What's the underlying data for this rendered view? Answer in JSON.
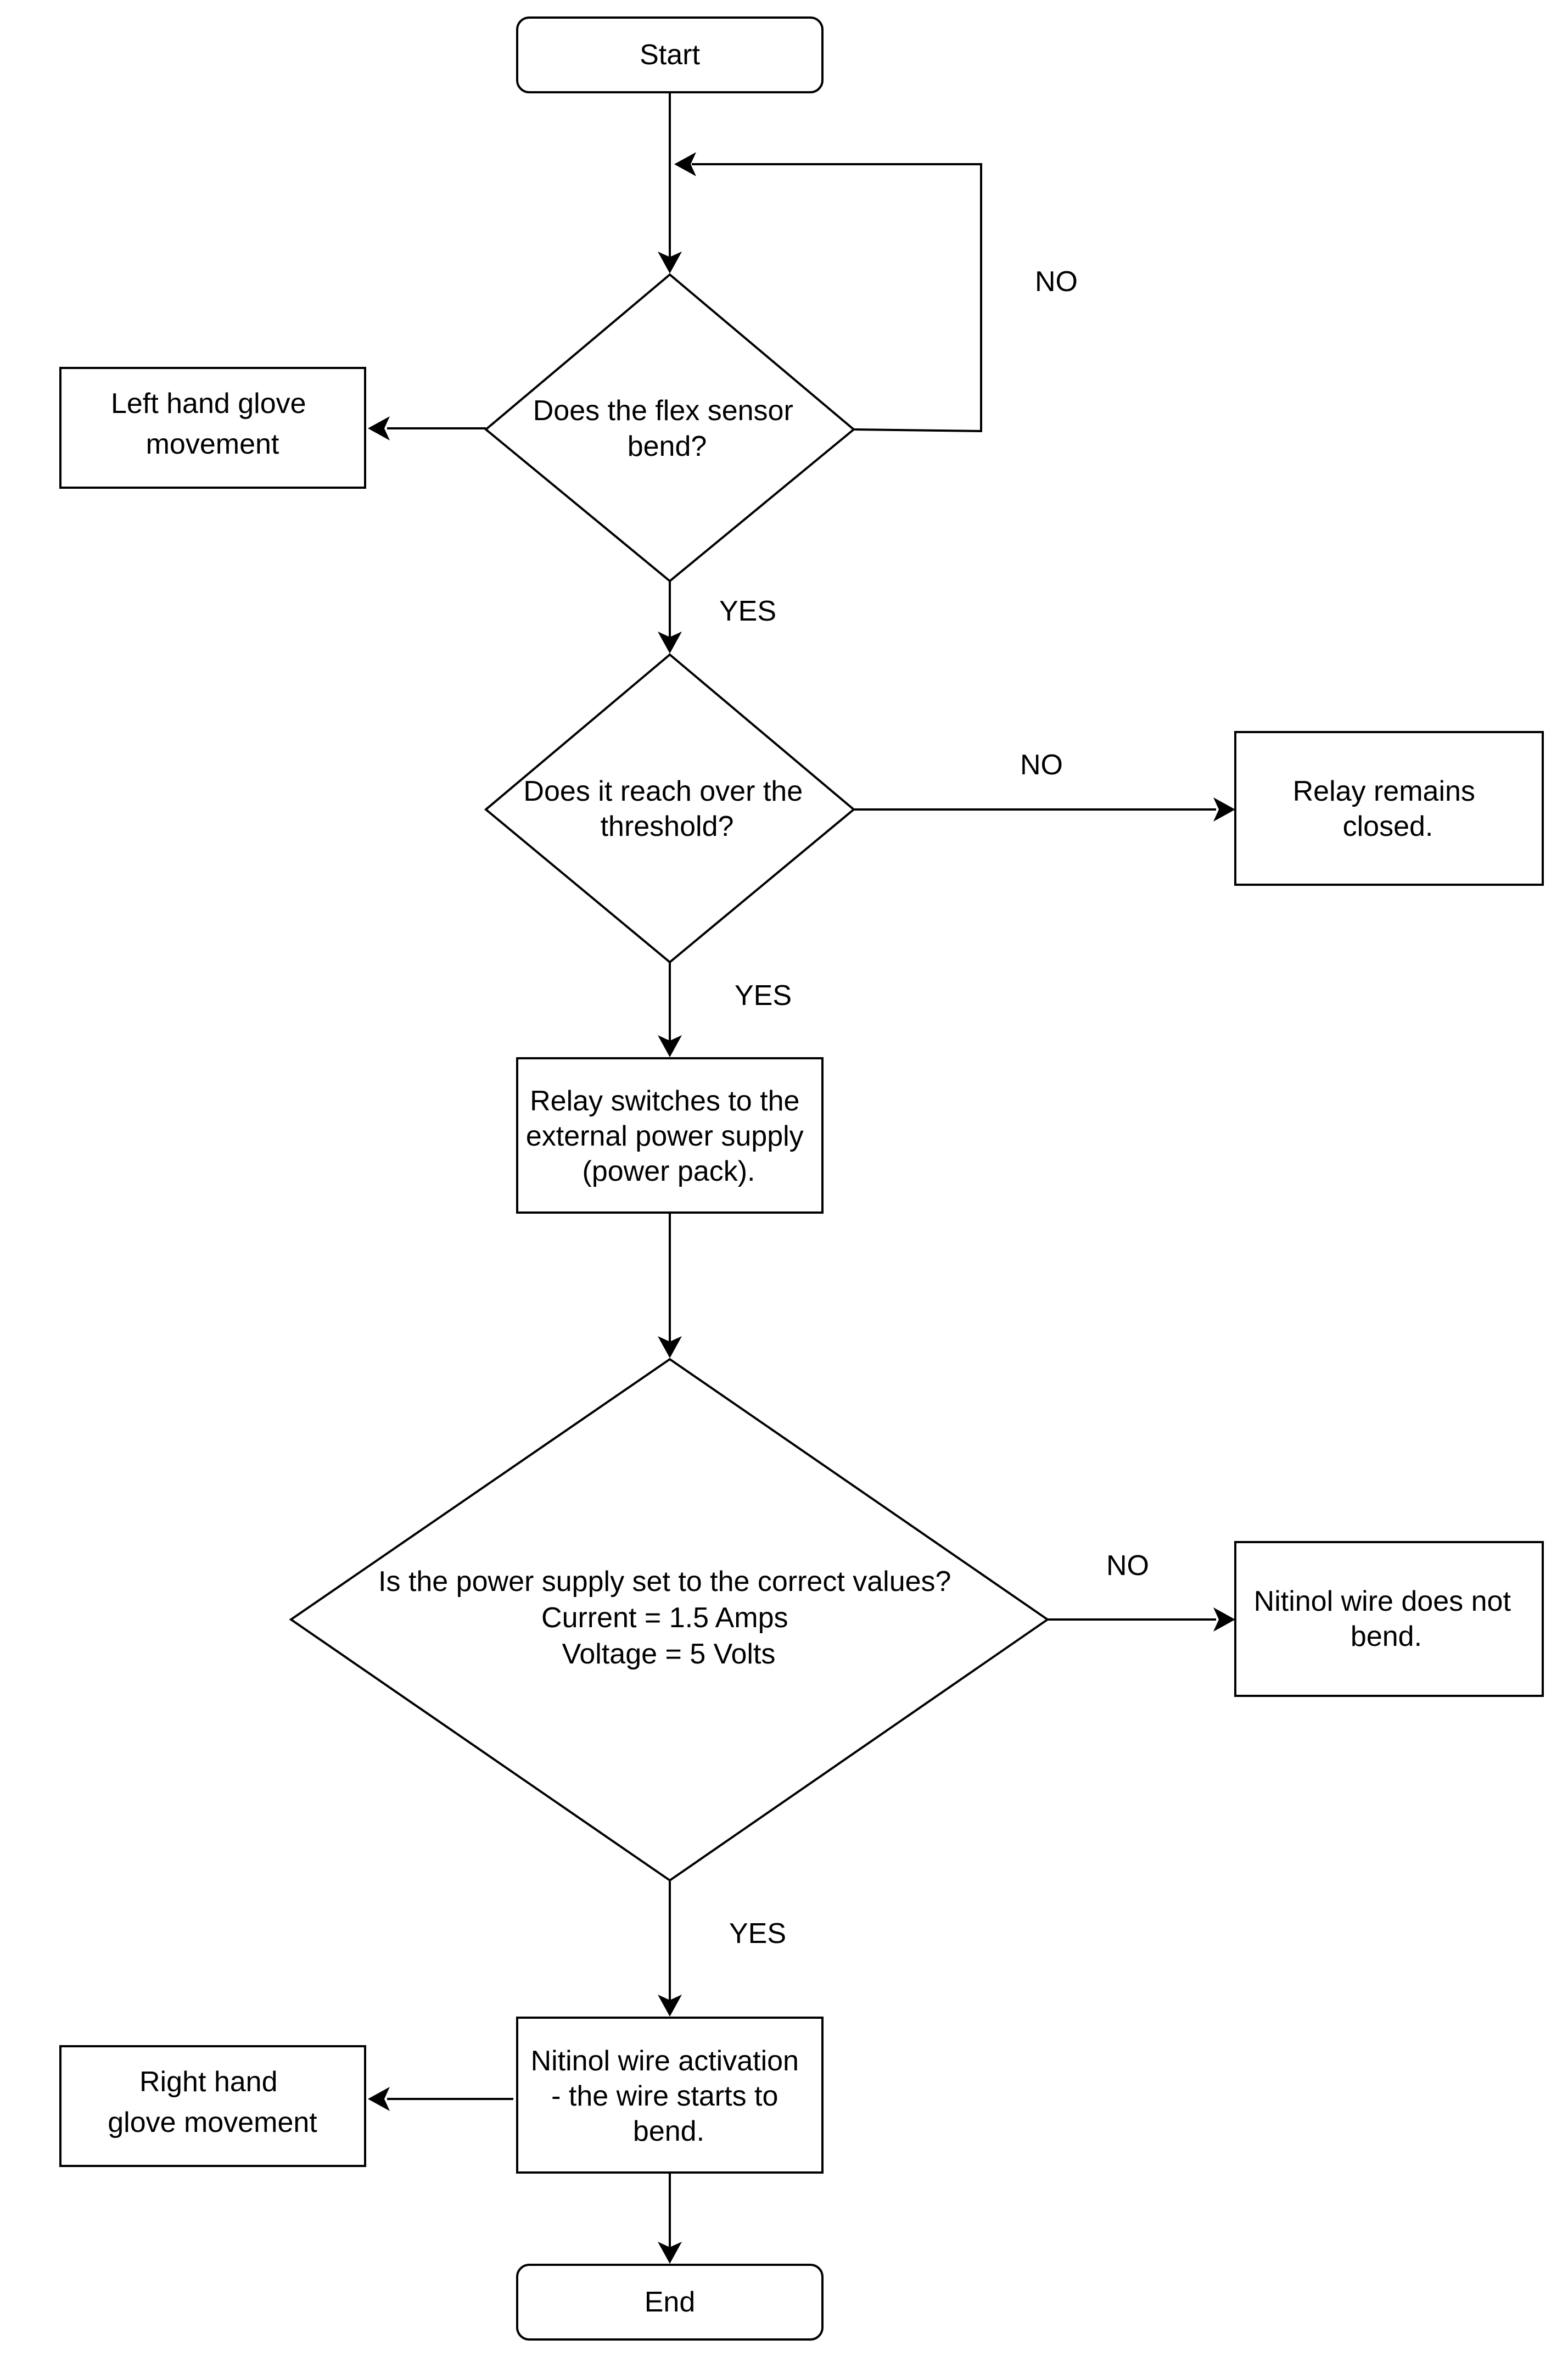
{
  "flowchart": {
    "start": "Start",
    "left_hand": [
      "Left hand glove",
      "movement"
    ],
    "decision_flex": [
      "Does the flex sensor",
      "bend?"
    ],
    "decision_threshold": [
      "Does it reach over the",
      "threshold?"
    ],
    "relay_closed": [
      "Relay remains",
      "closed."
    ],
    "relay_switch": [
      "Relay switches to the",
      "external power supply",
      "(power pack)."
    ],
    "decision_power": [
      "Is the power supply set to the correct values?",
      "Current = 1.5 Amps",
      "Voltage = 5 Volts"
    ],
    "nitinol_no_bend": [
      "Nitinol wire does not",
      "bend."
    ],
    "nitinol_activation": [
      "Nitinol wire activation",
      "- the wire starts to",
      "bend."
    ],
    "right_hand": [
      "Right hand",
      "glove movement"
    ],
    "end": "End",
    "labels": {
      "no_loop": "NO",
      "yes_flex": "YES",
      "no_threshold": "NO",
      "yes_threshold": "YES",
      "no_power": "NO",
      "yes_power": "YES"
    }
  }
}
